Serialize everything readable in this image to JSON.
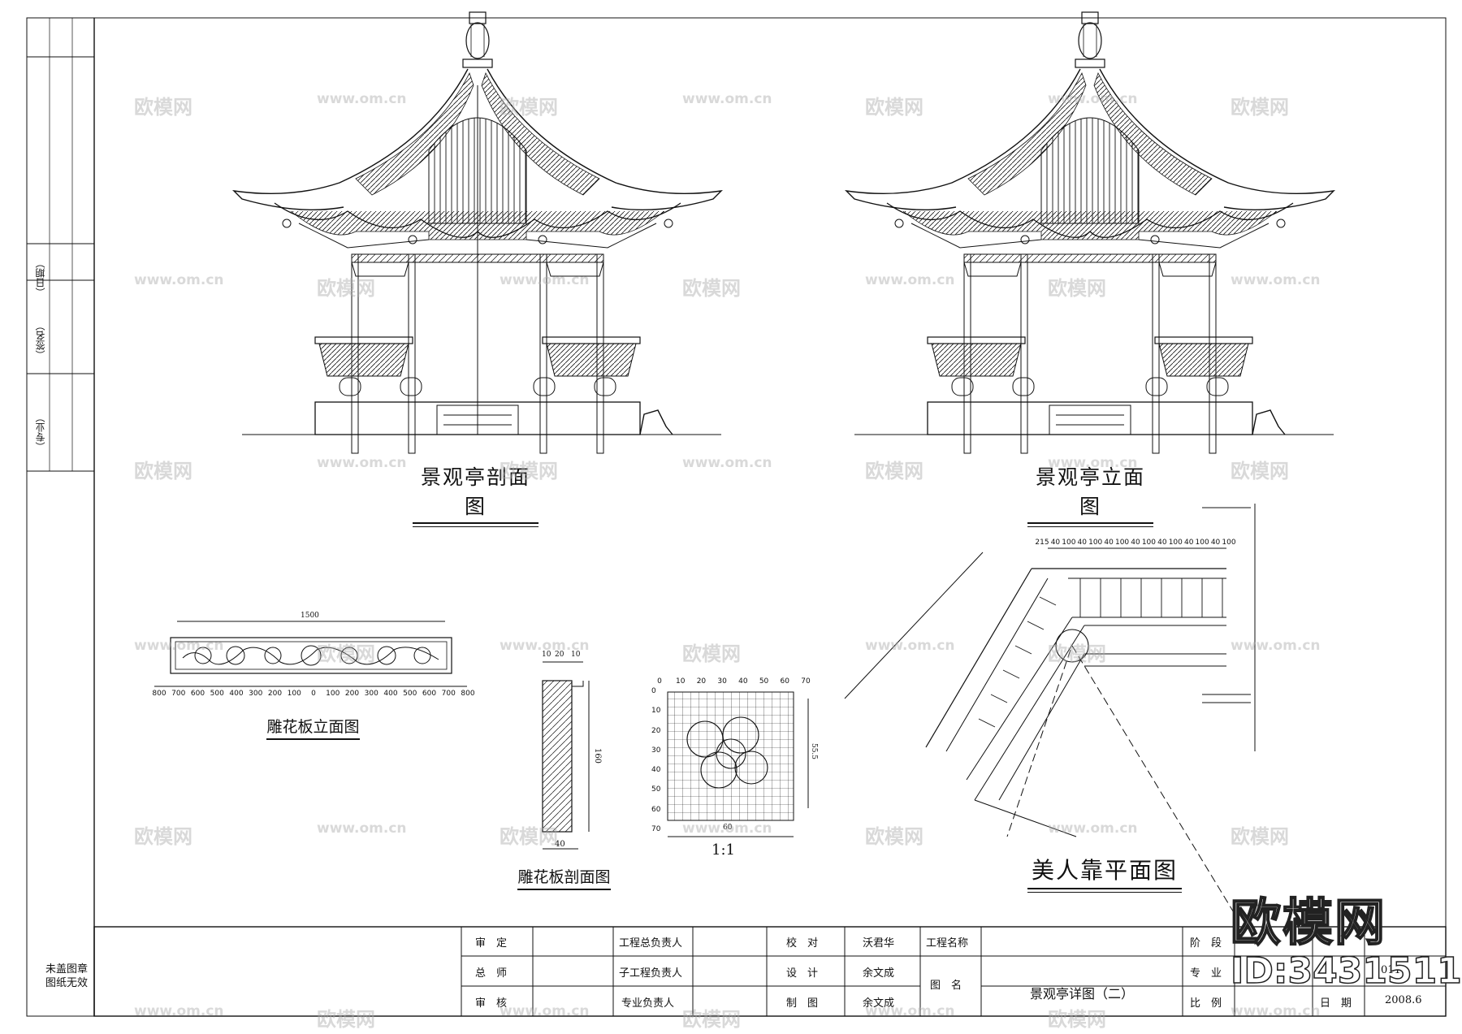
{
  "drawings": {
    "section_title": "景观亭剖面图",
    "elevation_title": "景观亭立面图",
    "carved_elevation_title": "雕花板立面图",
    "carved_section_title": "雕花板剖面图",
    "bench_plan_title": "美人靠平面图",
    "detail_mark": "1:1"
  },
  "carved_board": {
    "overall_width": "1500",
    "axis_labels": [
      "800",
      "700",
      "600",
      "500",
      "400",
      "300",
      "200",
      "100",
      "0",
      "100",
      "200",
      "300",
      "400",
      "500",
      "600",
      "700",
      "800"
    ]
  },
  "carved_section": {
    "top_dims": [
      "10",
      "20",
      "10"
    ],
    "height": "160",
    "base": "40"
  },
  "grid_detail": {
    "x_labels": [
      "0",
      "10",
      "20",
      "30",
      "40",
      "50",
      "60",
      "70"
    ],
    "y_labels": [
      "0",
      "10",
      "20",
      "30",
      "40",
      "50",
      "60",
      "70"
    ],
    "width_dim": "60",
    "height_dim": "55.5"
  },
  "bench_plan": {
    "top_dims": [
      "215",
      "40",
      "100",
      "40",
      "100",
      "40",
      "100",
      "40",
      "100",
      "40",
      "100",
      "40",
      "100",
      "40",
      "100"
    ]
  },
  "side_strip": {
    "labels": [
      "（日期）",
      "（签名）",
      "（专业）"
    ]
  },
  "stamp_note": [
    "未盖图章",
    "图纸无效"
  ],
  "title_block": {
    "col1": [
      "审　定",
      "总　师",
      "审　核"
    ],
    "col2": [
      "工程总负责人",
      "子工程负责人",
      "专业负责人"
    ],
    "col3": [
      "校　对",
      "设　计",
      "制　图"
    ],
    "col4": [
      "沃君华",
      "余文成",
      "余文成"
    ],
    "project_name_label": "工程名称",
    "drawing_name_label": "图　名",
    "drawing_name": "景观亭详图（二）",
    "stage_label": "阶　段",
    "discipline_label": "专　业",
    "scale_label": "比　例",
    "date_label": "日　期",
    "drawing_no_partial": "011",
    "date": "2008.6"
  },
  "watermark": {
    "brand": "欧模网",
    "url": "www.om.cn",
    "id": "ID:3431511"
  }
}
